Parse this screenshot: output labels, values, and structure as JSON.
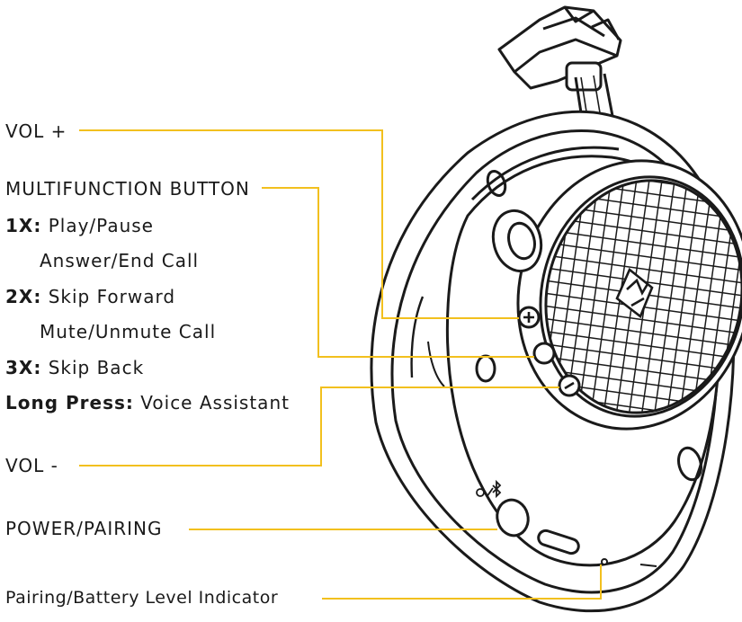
{
  "labels": {
    "vol_plus": "VOL +",
    "multifunction": "MULTIFUNCTION BUTTON",
    "x1_key": "1X:",
    "x1_val": "Play/Pause",
    "x1_val2": "Answer/End Call",
    "x2_key": "2X:",
    "x2_val": "Skip Forward",
    "x2_val2": "Mute/Unmute Call",
    "x3_key": "3X:",
    "x3_val": "Skip Back",
    "long_key": "Long Press:",
    "long_val": "Voice Assistant",
    "vol_minus": "VOL -",
    "power": "POWER/PAIRING",
    "indicator": "Pairing/Battery Level Indicator"
  },
  "colors": {
    "leader": "#f2c01e",
    "ink": "#1a1a1a",
    "text": "#1a1a1a"
  },
  "icons": {
    "plus": "plus-icon",
    "minus": "minus-icon",
    "bluetooth": "bluetooth-icon",
    "power": "power-icon",
    "logo": "brand-logo-icon"
  }
}
